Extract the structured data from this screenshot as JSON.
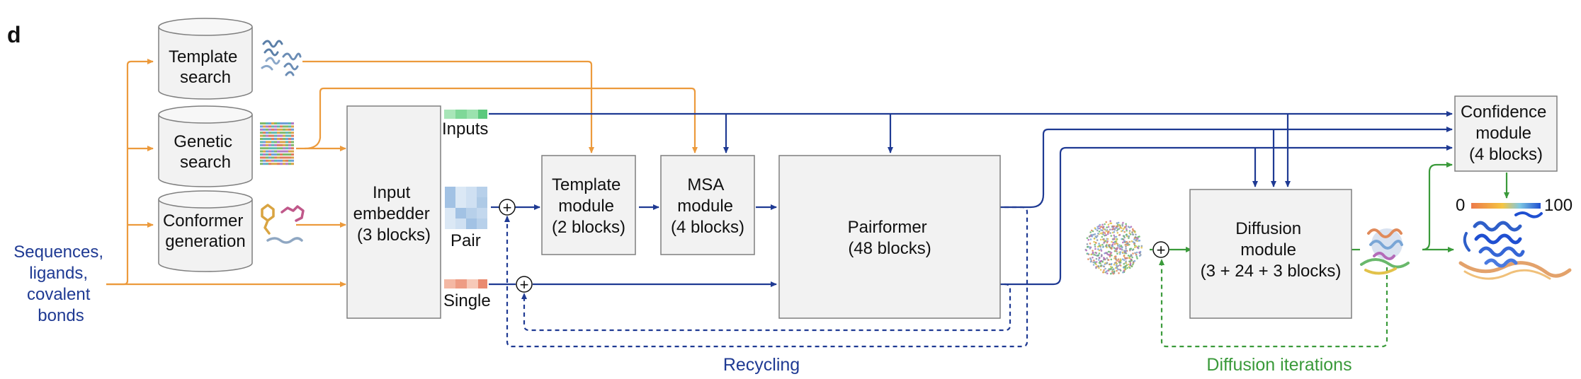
{
  "panel_label": "d",
  "colors": {
    "orange": "#ec9a3c",
    "blue": "#1f3a93",
    "green": "#3a9a3a",
    "box_fill": "#f2f2f2",
    "box_stroke": "#7f7f7f"
  },
  "databases": {
    "template_search": [
      "Template",
      "search"
    ],
    "genetic_search": [
      "Genetic",
      "search"
    ],
    "conformer_generation": [
      "Conformer",
      "generation"
    ]
  },
  "input_label": [
    "Sequences,",
    "ligands,",
    "covalent",
    "bonds"
  ],
  "modules": {
    "input_embedder": [
      "Input",
      "embedder",
      "(3 blocks)"
    ],
    "template_module": [
      "Template",
      "module",
      "(2 blocks)"
    ],
    "msa_module": [
      "MSA",
      "module",
      "(4 blocks)"
    ],
    "pairformer": [
      "Pairformer",
      "(48 blocks)"
    ],
    "diffusion_module": [
      "Diffusion",
      "module",
      "(3 + 24 + 3 blocks)"
    ],
    "confidence_module": [
      "Confidence",
      "module",
      "(4 blocks)"
    ]
  },
  "representations": {
    "inputs": "Inputs",
    "pair": "Pair",
    "single": "Single"
  },
  "plus_symbol": "+",
  "loops": {
    "recycling": "Recycling",
    "diffusion_iterations": "Diffusion iterations"
  },
  "confidence_scale": {
    "min": "0",
    "max": "100"
  },
  "icons": [
    "protein-structure-icon",
    "msa-alignment-icon",
    "ligand-conformer-icon",
    "noise-cloud-icon",
    "structure-output-icon"
  ]
}
